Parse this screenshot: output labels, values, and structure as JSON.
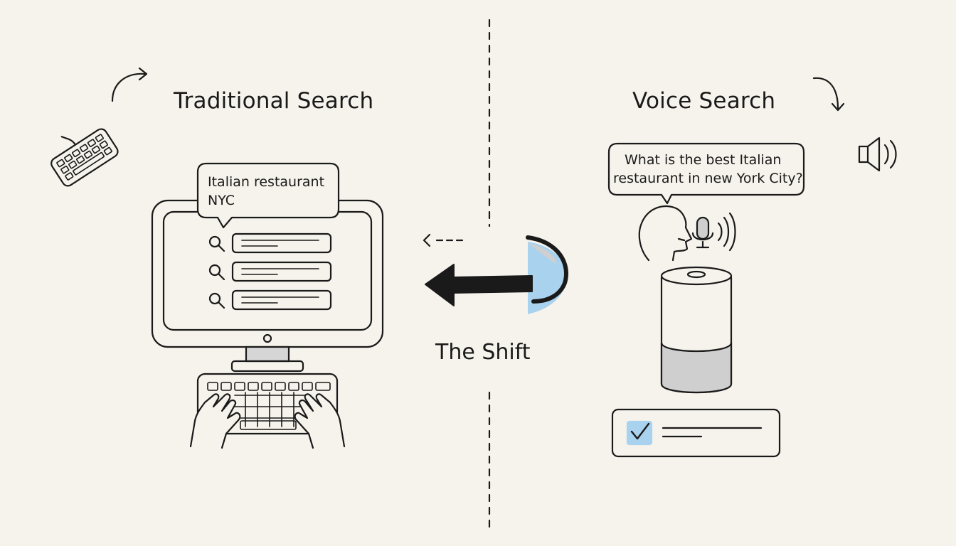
{
  "left_panel": {
    "title": "Traditional Search",
    "query_bubble_line1": "Italian restaurant",
    "query_bubble_line2": "NYC",
    "result_rows": 3
  },
  "right_panel": {
    "title": "Voice Search",
    "query_bubble_line1": "What is the best Italian",
    "query_bubble_line2": "restaurant in new York City?"
  },
  "center": {
    "label": "The Shift"
  },
  "colors": {
    "background": "#f6f3ec",
    "ink": "#1a1a1a",
    "accent_blue": "#a9d2ef",
    "speaker_band": "#cfcfcf"
  },
  "icons": [
    "keyboard-icon",
    "curved-arrow-icon",
    "search-icon",
    "hands-icon",
    "speaker-icon",
    "microphone-icon",
    "head-profile-icon",
    "smart-speaker-icon",
    "checkbox-icon",
    "left-arrow-icon"
  ]
}
